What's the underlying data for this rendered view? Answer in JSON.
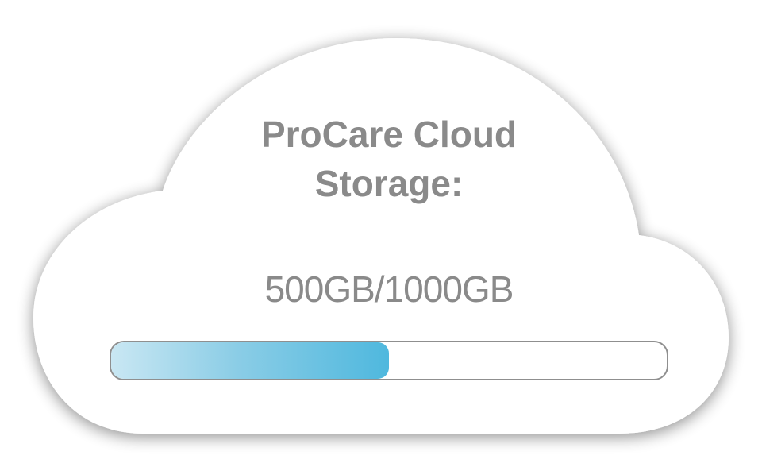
{
  "storage": {
    "title_line1": "ProCare Cloud",
    "title_line2": "Storage:",
    "usage_text": "500GB/1000GB",
    "used_fraction": 0.5
  },
  "colors": {
    "text": "#8a8a8a",
    "cloud": "#ffffff",
    "bar_start": "#c9e7f3",
    "bar_end": "#4fb8de",
    "bar_border": "#8f8f8f"
  },
  "icons": [
    "cloud-icon"
  ]
}
